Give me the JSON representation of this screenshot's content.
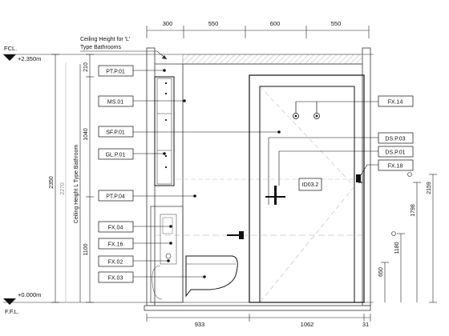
{
  "top_dims": [
    "300",
    "550",
    "600",
    "550"
  ],
  "bottom_dims": [
    "933",
    "1062",
    "31"
  ],
  "levels": {
    "fcl_label": "FCL.",
    "fcl_value": "+2.350m",
    "ffl_label": "F.F.L.",
    "ffl_value": "+0.000m"
  },
  "left_dims": {
    "d210": "210",
    "d1040": "1040",
    "d1100": "1100",
    "d2350": "2350",
    "d2270": "2270",
    "ceiling_label": "Ceiling Height L Type Bathroom"
  },
  "right_dims": {
    "d2159": "2159",
    "d1798": "1798",
    "d1180": "1180",
    "d650": "650"
  },
  "ceiling_note": [
    "Ceiling Height for 'L'",
    "Type Bathrooms"
  ],
  "left_tags": [
    {
      "id": "PT.P.01"
    },
    {
      "id": "MS.01"
    },
    {
      "id": "SF.P.01"
    },
    {
      "id": "GL.P.01"
    },
    {
      "id": "PT.P.04"
    },
    {
      "id": "FX.04"
    },
    {
      "id": "FX.16"
    },
    {
      "id": "FX.02"
    },
    {
      "id": "FX.03"
    }
  ],
  "right_tags": [
    {
      "id": "FX.14"
    },
    {
      "id": "DS.P.03"
    },
    {
      "id": "DS.P.01"
    },
    {
      "id": "FX.18"
    }
  ],
  "door_tag": "ID03.2"
}
